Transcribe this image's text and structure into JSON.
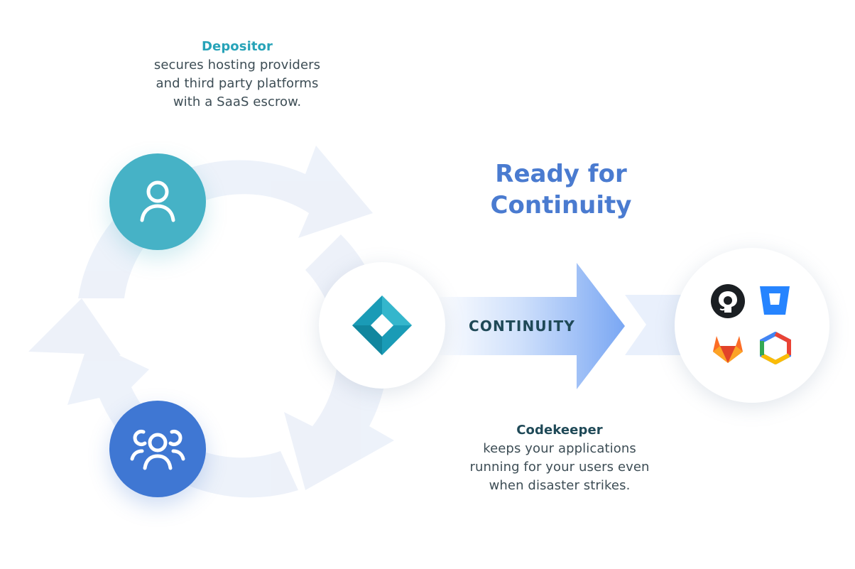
{
  "depositor": {
    "title": "Depositor",
    "lines": [
      "secures hosting providers",
      "and third party platforms",
      "with a SaaS escrow."
    ]
  },
  "headline": {
    "line1": "Ready for",
    "line2": "Continuity"
  },
  "arrow": {
    "label": "CONTINUITY"
  },
  "codekeeper": {
    "title": "Codekeeper",
    "lines": [
      "keeps your applications",
      "running for your users even",
      "when disaster strikes."
    ]
  },
  "icons": {
    "depositor": "user-icon",
    "users": "users-group-icon",
    "logo": "codekeeper-logo",
    "platforms": [
      "github-icon",
      "bitbucket-icon",
      "gitlab-icon",
      "google-cloud-icon"
    ]
  },
  "colors": {
    "teal": "#46b2c6",
    "blue": "#3f77d3",
    "headline": "#4a7bd0",
    "dark": "#1f4957"
  }
}
